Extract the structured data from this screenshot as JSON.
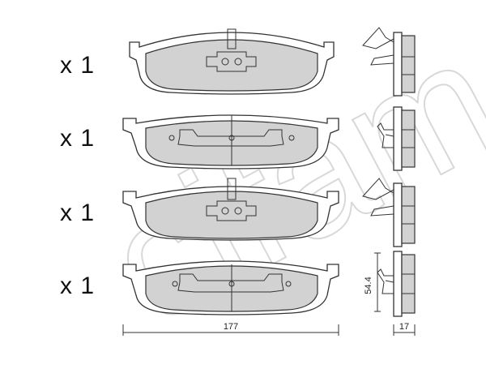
{
  "quantities": [
    "x 1",
    "x 1",
    "x 1",
    "x 1"
  ],
  "dimensions": {
    "width": "177",
    "height": "54.4",
    "thickness": "17"
  },
  "watermark": "cifam",
  "colors": {
    "friction_fill": "#d2d2d2",
    "line": "#333333",
    "background": "#ffffff"
  }
}
